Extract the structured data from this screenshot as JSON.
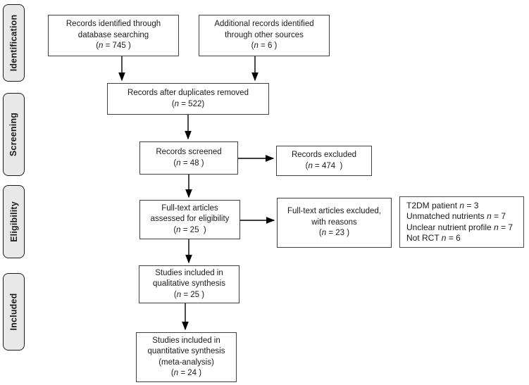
{
  "sidebar": {
    "stages": [
      {
        "label": "Identification"
      },
      {
        "label": "Screening"
      },
      {
        "label": "Eligibility"
      },
      {
        "label": "Included"
      }
    ]
  },
  "boxes": {
    "identified_database": {
      "lines": [
        "Records identified through",
        "database searching",
        "(n = 745 )"
      ]
    },
    "identified_other": {
      "lines": [
        "Additional records identified",
        "through other sources",
        "(n = 6 )"
      ]
    },
    "after_duplicates": {
      "lines": [
        "Records after duplicates removed",
        "(n = 522)"
      ]
    },
    "screened": {
      "lines": [
        "Records screened",
        "(n = 48 )"
      ]
    },
    "excluded": {
      "lines": [
        "Records excluded",
        "(n = 474  )"
      ]
    },
    "fulltext_assessed": {
      "lines": [
        "Full-text articles",
        "assessed for eligibility",
        "(n = 25  )"
      ]
    },
    "fulltext_excluded": {
      "lines": [
        "Full-text articles excluded,",
        "with reasons",
        "(n = 23 )"
      ]
    },
    "exclusion_reasons": {
      "lines": [
        "T2DM patient n = 3",
        "Unmatched nutrients n = 7",
        "Unclear nutrient profile n = 7",
        "Not RCT n = 6"
      ]
    },
    "qualitative": {
      "lines": [
        "Studies included in",
        "qualitative synthesis",
        "(n = 25 )"
      ]
    },
    "quantitative": {
      "lines": [
        "Studies included in",
        "quantitative synthesis",
        "(meta-analysis)",
        "(n = 24 )"
      ]
    }
  },
  "colors": {
    "stage_fill": "#e8e8e8",
    "stage_border": "#1a1a1a",
    "box_border": "#3f3f3f",
    "arrow": "#000000",
    "background": "#ffffff",
    "text": "#1a1a1a"
  }
}
